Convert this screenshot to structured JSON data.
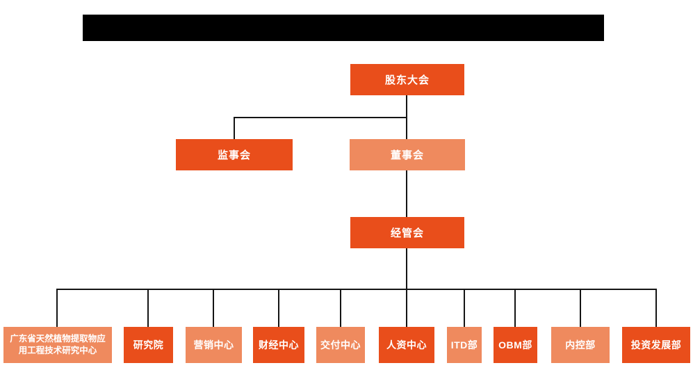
{
  "colors": {
    "primary_orange": "#E94E1B",
    "light_orange": "#EF8A5E",
    "connector_line": "#141414",
    "title_bar_bg": "#000000",
    "node_text": "#FFFFFF",
    "background": "#FFFFFF"
  },
  "title_bar": {
    "redacted": true
  },
  "nodes": {
    "shareholders": {
      "label": "股东大会",
      "variant": "primary"
    },
    "supervisory_board": {
      "label": "监事会",
      "variant": "primary"
    },
    "board_of_directors": {
      "label": "董事会",
      "variant": "secondary"
    },
    "management_committee": {
      "label": "经管会",
      "variant": "primary"
    }
  },
  "departments": [
    {
      "label": "广东省天然植物提取物应用工程技术研究中心",
      "variant": "secondary"
    },
    {
      "label": "研究院",
      "variant": "primary"
    },
    {
      "label": "营销中心",
      "variant": "secondary"
    },
    {
      "label": "财经中心",
      "variant": "primary"
    },
    {
      "label": "交付中心",
      "variant": "secondary"
    },
    {
      "label": "人资中心",
      "variant": "primary"
    },
    {
      "label": "ITD部",
      "variant": "secondary"
    },
    {
      "label": "OBM部",
      "variant": "primary"
    },
    {
      "label": "内控部",
      "variant": "secondary"
    },
    {
      "label": "投资发展部",
      "variant": "primary"
    }
  ],
  "hierarchy": {
    "root": "股东大会",
    "edges": [
      {
        "from": "股东大会",
        "to": "监事会"
      },
      {
        "from": "股东大会",
        "to": "董事会"
      },
      {
        "from": "董事会",
        "to": "经管会"
      },
      {
        "from": "经管会",
        "to": "广东省天然植物提取物应用工程技术研究中心"
      },
      {
        "from": "经管会",
        "to": "研究院"
      },
      {
        "from": "经管会",
        "to": "营销中心"
      },
      {
        "from": "经管会",
        "to": "财经中心"
      },
      {
        "from": "经管会",
        "to": "交付中心"
      },
      {
        "from": "经管会",
        "to": "人资中心"
      },
      {
        "from": "经管会",
        "to": "ITD部"
      },
      {
        "from": "经管会",
        "to": "OBM部"
      },
      {
        "from": "经管会",
        "to": "内控部"
      },
      {
        "from": "经管会",
        "to": "投资发展部"
      }
    ]
  }
}
